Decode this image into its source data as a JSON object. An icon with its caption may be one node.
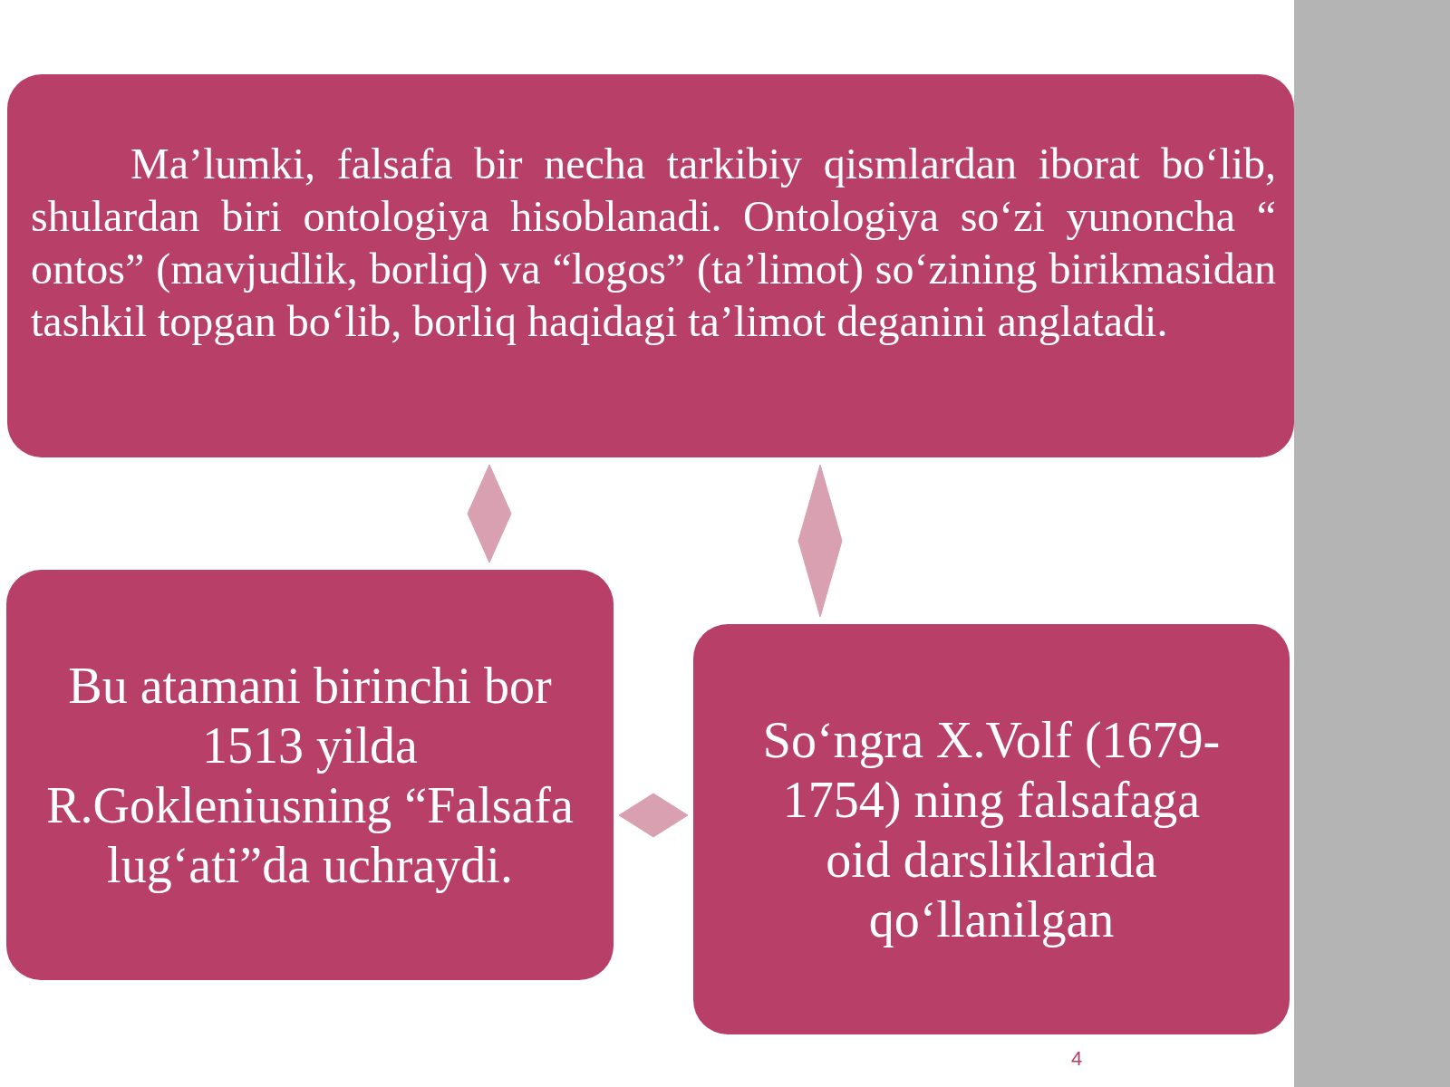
{
  "diagram": {
    "nodes": [
      {
        "text": [
          "Ma’lumki, falsafa bir necha tarkibiy qismlardan iborat bo‘lib, shulardan biri ontologiya hisoblanadi. Ontologiya so‘zi yunoncha “ ontos” (mavjudlik, borliq) va “logos” (ta’limot) so‘zining birikmasidan tashkil topgan bo‘lib, borliq haqidagi ta’limot deganini anglatadi."
        ]
      },
      {
        "text": [
          "Bu atamani birinchi bor 1513 yilda R.Gokleniusning “Falsafa lug‘ati”da uchraydi."
        ]
      },
      {
        "text": [
          "So‘ngra X.Volf (1679-1754) ning falsafaga oid darsliklarida qo‘llanilgan"
        ]
      }
    ],
    "edges": [
      {
        "from": 0,
        "to": 1,
        "arrow": "none"
      },
      {
        "from": 0,
        "to": 2,
        "arrow": "none"
      },
      {
        "from": 1,
        "to": 2,
        "arrow": "none"
      }
    ],
    "labels": [
      "4"
    ]
  }
}
